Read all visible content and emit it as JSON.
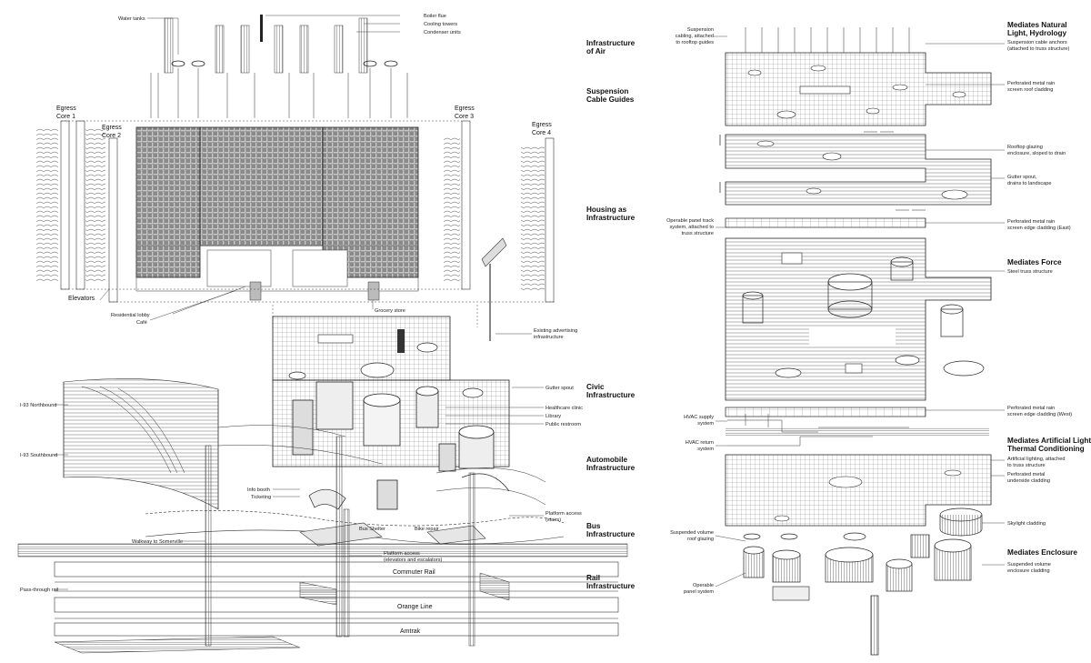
{
  "left_labels": {
    "water_tanks": "Water tanks",
    "boiler_flue": "Boiler flue",
    "cooling_towers": "Cooling towers",
    "condenser_units": "Condenser units",
    "egress_core_1": [
      "Egress",
      "Core 1"
    ],
    "egress_core_2": [
      "Egress",
      "Core 2"
    ],
    "egress_core_3": [
      "Egress",
      "Core 3"
    ],
    "egress_core_4": [
      "Egress",
      "Core 4"
    ],
    "elevators": "Elevators",
    "residential_lobby": "Residential lobby",
    "cafe": "Café",
    "grocery_store": "Grocery store",
    "existing_advertising": [
      "Existing advertising",
      "infrastructure"
    ],
    "gutter_spout": "Gutter spout",
    "healthcare_clinic": "Healthcare clinic",
    "library": "Library",
    "public_restroom": "Public restroom",
    "i93_northbound": "I-93 Northbound",
    "i93_southbound": "I-93 Southbound",
    "info_booth": "Info booth",
    "ticketing": "Ticketing",
    "bus_shelter": "Bus Shelter",
    "bike_repair": "Bike repair",
    "platform_access_stairs": [
      "Platform access",
      "(stairs)"
    ],
    "walkway_to_somerville": "Walkway to Somerville",
    "platform_access_elevators": [
      "Platform access",
      "(elevators and escalators)"
    ],
    "commuter_rail": "Commuter Rail",
    "pass_through_rail": "Pass-through rail",
    "orange_line": "Orange Line",
    "amtrak": "Amtrak"
  },
  "section_headings": [
    [
      "Infrastructure",
      "of Air"
    ],
    [
      "Suspension",
      "Cable Guides"
    ],
    [
      "Housing as",
      "Infrastructure"
    ],
    [
      "Civic",
      "Infrastructure"
    ],
    [
      "Automobile",
      "Infrastructure"
    ],
    [
      "Bus",
      "Infrastructure"
    ],
    [
      "Rail",
      "Infrastructure"
    ]
  ],
  "right_headings": {
    "natural_light": [
      "Mediates Natural",
      "Light, Hydrology"
    ],
    "force": "Mediates Force",
    "artificial_light": [
      "Mediates Artificial Light,",
      "Thermal Conditioning"
    ],
    "enclosure": "Mediates Enclosure"
  },
  "right_labels": {
    "suspension_anchors": [
      "Suspension cable anchors",
      "(attached to truss structure)"
    ],
    "roof_cladding": [
      "Perforated metal rain",
      "screen roof cladding"
    ],
    "rooftop_glazing": [
      "Rooftop glazing",
      "enclosure, sloped to drain"
    ],
    "gutter_spout": [
      "Gutter spout,",
      "drains to landscape"
    ],
    "edge_cladding_east": [
      "Perforated metal rain",
      "screen edge cladding (East)"
    ],
    "steel_truss": "Steel truss structure",
    "edge_cladding_west": [
      "Perforated metal rain",
      "screen edge cladding (West)"
    ],
    "artificial_lighting": [
      "Artificial lighting, attached",
      "to truss structure"
    ],
    "underside_cladding": [
      "Perforated metal",
      "underside cladding"
    ],
    "skylight_cladding": "Skylight cladding",
    "volume_enclosure": [
      "Suspended volume",
      "enclosure cladding"
    ]
  },
  "right_left_labels": {
    "suspension_cabling": [
      "Suspension",
      "cabling, attached",
      "to rooftop guides"
    ],
    "operable_track": [
      "Operable panel track",
      "system, attached to",
      "truss structure"
    ],
    "hvac_supply": [
      "HVAC supply",
      "system"
    ],
    "hvac_return": [
      "HVAC return",
      "system"
    ],
    "suspended_roof_glazing": [
      "Suspended volume",
      "roof glazing"
    ],
    "operable_panel": [
      "Operable",
      "panel system"
    ]
  }
}
